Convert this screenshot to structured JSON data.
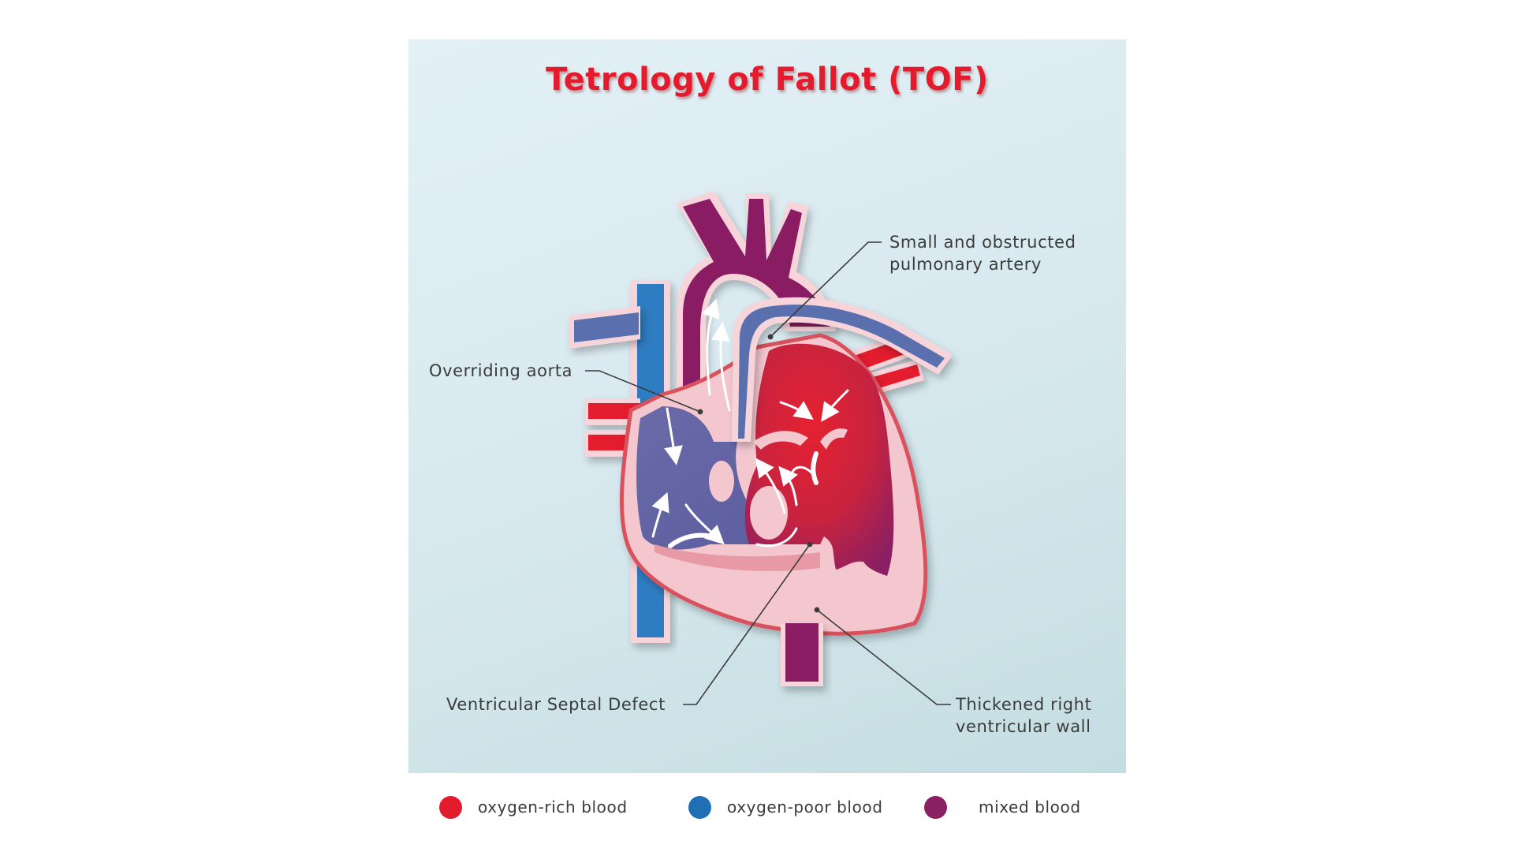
{
  "title": "Tetrology of Fallot (TOF)",
  "callouts": {
    "pulmonary_line1": "Small and obstructed",
    "pulmonary_line2": "pulmonary artery",
    "aorta": "Overriding aorta",
    "vsd": "Ventricular Septal Defect",
    "wall_line1": "Thickened right",
    "wall_line2": "ventricular wall"
  },
  "legend": [
    {
      "label": "oxygen-rich blood",
      "color": "#e31b2d"
    },
    {
      "label": "oxygen-poor blood",
      "color": "#1f6fb5"
    },
    {
      "label": "mixed blood",
      "color": "#8a1f63"
    }
  ],
  "colors": {
    "oxygen_rich": "#e31b2d",
    "oxygen_poor": "#1f6fb5",
    "mixed": "#8a1f63",
    "vessel_blue": "#5a6fae",
    "muscle_pink": "#f4c7cf",
    "outline": "#d8515c",
    "title": "#e31b2d"
  }
}
